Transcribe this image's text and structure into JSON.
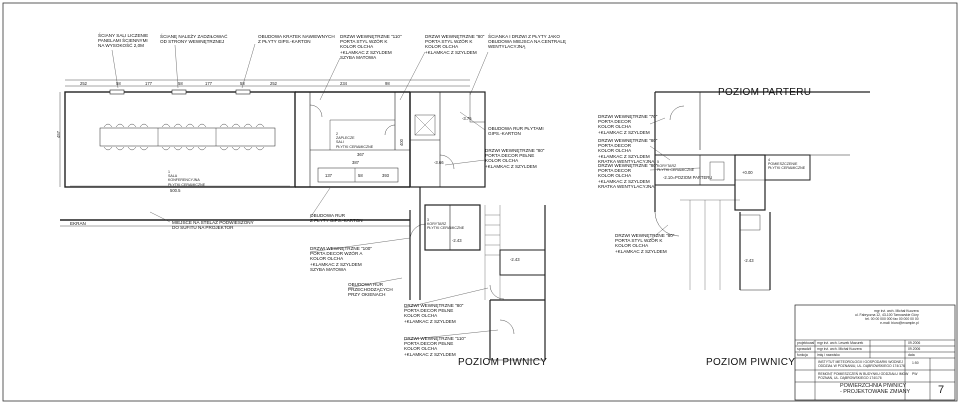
{
  "headings": {
    "ground_floor": "POZIOM PARTERU",
    "basement_left": "POZIOM PIWNICY",
    "basement_right": "POZIOM PIWNICY"
  },
  "notes": [
    [
      "ŚCIANY SALI LICZENIE",
      "PANELAMI ŚCIENNYMI",
      "NA WYSOKOŚĆ 2,0M"
    ],
    [
      "ŚCIANĘ NALEŻY ZADZIŁOWAĆ",
      "OD STRONY WEWNĘTRZNEJ"
    ],
    [
      "OBUDOWA KRATEK NAWIEWNYCH",
      "Z PŁYTY GIPS.-KARTON"
    ],
    [
      "DRZWI WEWNĘTRZNE \"110\"",
      "PORTA STYL WZÓR K",
      "KOLOR OLCHA",
      "+KLAMKAC Z SZYLDEM",
      "SZYBA MATOWA"
    ],
    [
      "DRZWI WEWNĘTRZNE \"80\"",
      "PORTA STYL WZÓR K",
      "KOLOR OLCHA",
      "+KLAMKAC Z SZYLDEM"
    ],
    [
      "ŚCIANKA I DRZWI Z PŁYTY JAKO",
      "OBUDOWA MIEJSCA NA CENTRALĘ",
      "WENTYLACYJNĄ"
    ],
    [
      "OBUDOWA RUR PŁYTAMI",
      "GIPS.-KARTON"
    ],
    [
      "DRZWI WEWNĘTRZNE \"80\"",
      "PORTA DECOR PEŁNE",
      "KOLOR OLCHA",
      "+KLAMKAC Z SZYLDEM"
    ],
    [
      "MIEJSCE NA STELAŻ PODWIESZONY",
      "DO SUFITU NA PROJEKTOR"
    ],
    [
      "OBUDOWA RUR",
      "Z PŁYTY GIPS.-KARTON"
    ],
    [
      "DRZWI WEWNĘTRZNE \"100\"",
      "PORTA DECOR WZÓR A",
      "KOLOR OLCHA",
      "+KLAMKAC Z SZYLDEM",
      "SZYBA MATOWA"
    ],
    [
      "OBUDOWA RUR",
      "PRZECHODZĄCYCH",
      "PRZY OKIENACH"
    ],
    [
      "DRZWI WEWNĘTRZNE \"80\"",
      "PORTA DECOR PEŁNE",
      "KOLOR OLCHA",
      "+KLAMKAC Z SZYLDEM"
    ],
    [
      "DRZWI WEWNĘTRZNE \"110\"",
      "PORTA DECOR PEŁNE",
      "KOLOR OLCHA",
      "+KLAMKAC Z SZYLDEM"
    ],
    [
      "DRZWI WEWNĘTRZNE \"70\"",
      "PORTA DECOR",
      "KOLOR OLCHA",
      "+KLAMKAC Z SZYLDEM"
    ],
    [
      "DRZWI WEWNĘTRZNE \"80\"",
      "PORTA DECOR",
      "KOLOR OLCHA",
      "+KLAMKAC Z SZYLDEM",
      "KRATKA WENTYLACYJNA"
    ],
    [
      "DRZWI WEWNĘTRZNE \"80\"",
      "PORTA DECOR",
      "KOLOR OLCHA",
      "+KLAMKAC Z SZYLDEM",
      "KRATKA WENTYLACYJNA"
    ],
    [
      "DRZWI WEWNĘTRZNE \"80\"",
      "PORTA STYL WZÓR K",
      "KOLOR OLCHA",
      "+KLAMKAC Z SZYLDEM"
    ]
  ],
  "ekran": "EKRAN",
  "rooms": [
    {
      "num": "1",
      "name": "SALA",
      "sub": "KONFERENCYJNA",
      "floor": "PŁYTKI CERAMICZNE"
    },
    {
      "num": "2",
      "name": "ZAPLECZE",
      "sub": "SALI",
      "floor": "PŁYTKI CERAMICZNE"
    },
    {
      "num": "3",
      "name": "KORYTARZ",
      "sub": "",
      "floor": "PŁYTKI CERAMICZNE"
    },
    {
      "num": "4",
      "name": "POMIESZCZENIE",
      "sub": "",
      "floor": "PŁYTKI CERAMICZNE"
    },
    {
      "num": "5",
      "name": "KORYTARZ",
      "sub": "",
      "floor": "PŁYTKI CERAMICZNE"
    }
  ],
  "levels": [
    "-3.75",
    "-3.66",
    "-2.43",
    "-2.43",
    "+0.00",
    "-2.43",
    "-2.10=POZIOM PARTERU"
  ],
  "dims": {
    "top_row": [
      "252",
      "58",
      "177",
      "58",
      "177",
      "58",
      "252",
      "234",
      "98"
    ],
    "side": [
      "457",
      "500.5"
    ],
    "inner": [
      "367",
      "387",
      "137",
      "58",
      "393",
      "400"
    ]
  },
  "title_block": {
    "firm": [
      "mgr inż. arch. Michał Kuczera",
      "ul. Fabryczna 12, 43-100 Tarnowskie Góry",
      "tel. 00 00 000 000 fax 00 000 00 00",
      "e-mail: biuro@example.pl"
    ],
    "rows": [
      [
        "projektował",
        "mgr inż. arch. Leszek Mazurek",
        "",
        "09.2006"
      ],
      [
        "sprawdził",
        "mgr inż. arch. Michał Kuczera",
        "",
        "09.2006"
      ],
      [
        "funkcja",
        "imię i nazwisko",
        "",
        "data"
      ]
    ],
    "investor": [
      "INSTYTUT METEOROLOGII I GOSPODARKI WODNEJ",
      "ODDZIAŁ W POZNANIU, UL. DĄBROWSKIEGO 174/176"
    ],
    "object": [
      "REMONT POMIESZCZEŃ W BUDYNKU ODDZIAŁU IMGW",
      "POZNAŃ, UL. DĄBROWSKIEGO 174/176"
    ],
    "drawing_title": [
      "POWIERZCHNIA PIWNICY",
      "- PROJEKTOWANE ZMIANY"
    ],
    "scale": "1:50",
    "stage": "PW",
    "sheet_no": "7"
  }
}
